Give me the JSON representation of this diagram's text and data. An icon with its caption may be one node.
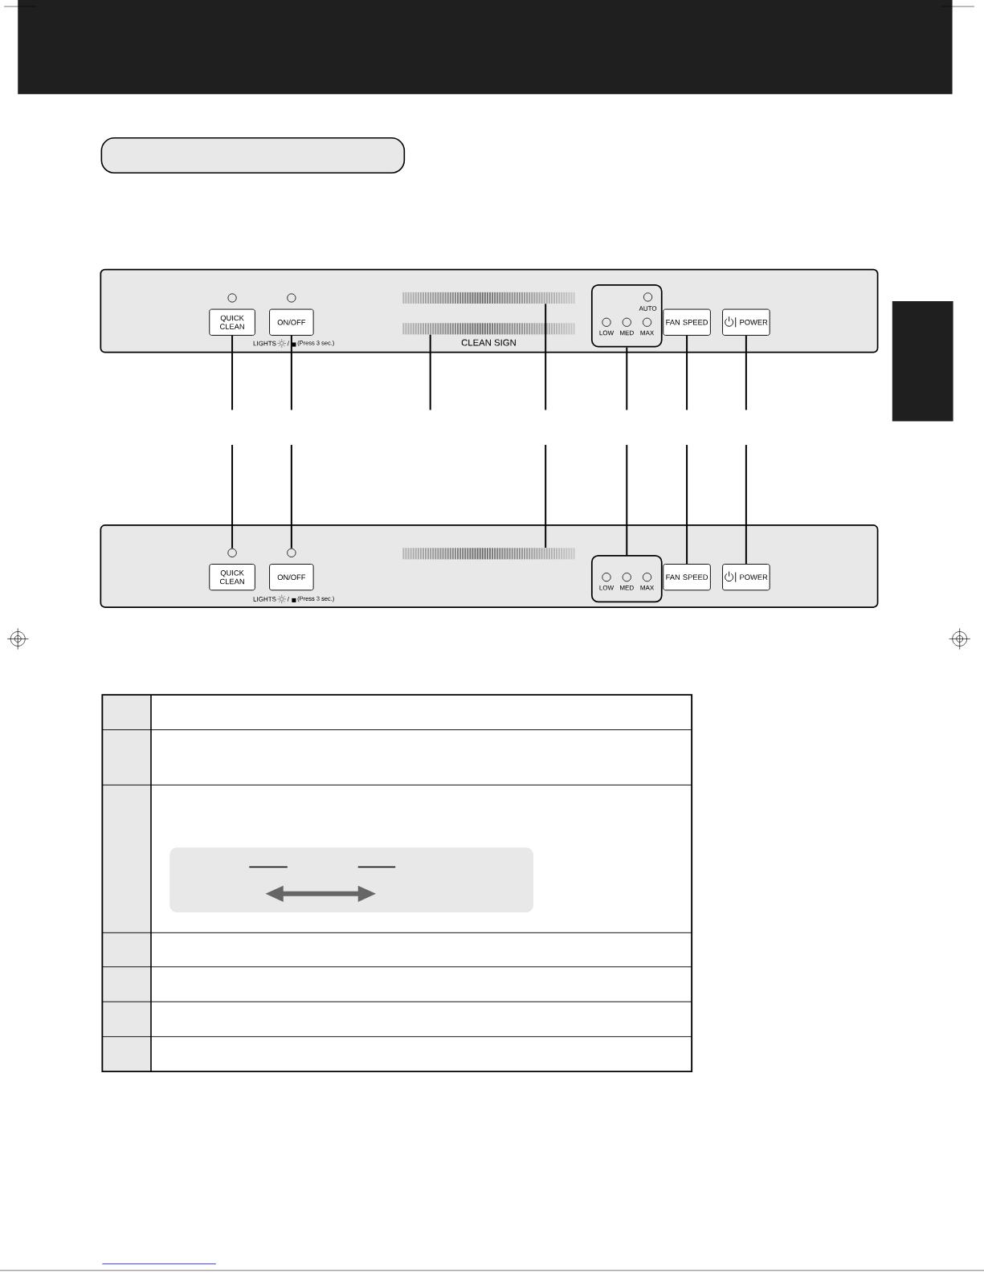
{
  "diagram": {
    "nodes": [
      {
        "text": [
          "QUICK CLEAN"
        ]
      },
      {
        "text": [
          "ON/OFF"
        ]
      },
      {
        "text": [],
        "shape": "bar",
        "beside": [
          "CLEAN SIGN"
        ]
      },
      {
        "text": [],
        "shape": "bar"
      },
      {
        "text": [
          "AUTO",
          "LOW",
          "MED",
          "MAX"
        ]
      },
      {
        "text": [
          "FAN SPEED"
        ]
      },
      {
        "text": [
          "POWER"
        ]
      },
      {
        "text": [],
        "shape": "circle"
      },
      {
        "text": [],
        "shape": "circle"
      },
      {
        "text": [
          "QUICK CLEAN"
        ]
      },
      {
        "text": [
          "ON/OFF"
        ]
      },
      {
        "text": [],
        "shape": "bar"
      },
      {
        "text": [
          "LOW",
          "MED",
          "MAX"
        ]
      },
      {
        "text": [
          "FAN SPEED"
        ]
      },
      {
        "text": [
          "POWER"
        ]
      },
      {
        "text": [],
        "shape": "box"
      },
      {
        "text": [],
        "shape": "box"
      }
    ],
    "edges": [
      {
        "from": null,
        "to": 0,
        "arrow": "none"
      },
      {
        "from": null,
        "to": 1,
        "arrow": "none"
      },
      {
        "from": null,
        "to": 2,
        "arrow": "none"
      },
      {
        "from": null,
        "to": 3,
        "arrow": "none"
      },
      {
        "from": null,
        "to": 4,
        "arrow": "none"
      },
      {
        "from": null,
        "to": 5,
        "arrow": "none"
      },
      {
        "from": null,
        "to": 6,
        "arrow": "none"
      },
      {
        "from": null,
        "to": 7,
        "arrow": "none"
      },
      {
        "from": null,
        "to": 8,
        "arrow": "none"
      },
      {
        "from": null,
        "to": 11,
        "arrow": "none"
      },
      {
        "from": null,
        "to": 12,
        "arrow": "none"
      },
      {
        "from": null,
        "to": 13,
        "arrow": "none"
      },
      {
        "from": null,
        "to": 14,
        "arrow": "none"
      }
    ],
    "labels": [
      "LIGHTS",
      "/",
      "(Press 3 sec.)",
      "LIGHTS",
      "/",
      "(Press 3 sec.)"
    ]
  }
}
